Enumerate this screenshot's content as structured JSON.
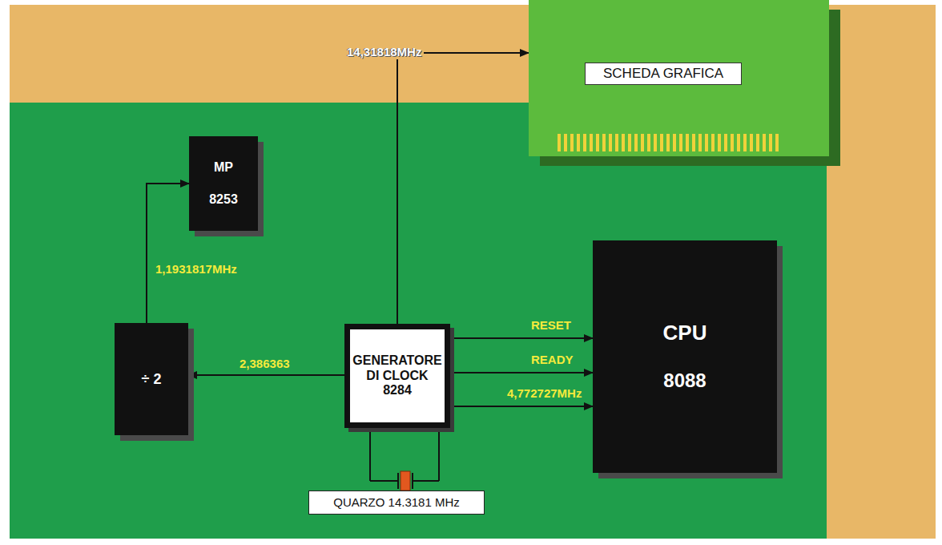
{
  "diagram": {
    "nodes": [
      {
        "text": [
          "SCHEDA GRAFICA"
        ]
      },
      {
        "text": [
          "MP",
          "8253"
        ]
      },
      {
        "text": [
          "÷ 2"
        ]
      },
      {
        "text": [
          "GENERATORE DI CLOCK 8284"
        ]
      },
      {
        "text": [
          "CPU",
          "8088"
        ]
      },
      {
        "text": [
          "QUARZO 14.3181 MHz"
        ]
      }
    ],
    "edges": [
      {
        "from": 3,
        "to": 0,
        "label": "14,31818MHz",
        "arrow": "to"
      },
      {
        "from": 3,
        "to": 2,
        "label": "2,386363",
        "arrow": "to"
      },
      {
        "from": 2,
        "to": 1,
        "label": "1,1931817MHz",
        "arrow": "to"
      },
      {
        "from": 3,
        "to": 4,
        "label": "RESET",
        "arrow": "to"
      },
      {
        "from": 3,
        "to": 4,
        "label": "READY",
        "arrow": "to"
      },
      {
        "from": 3,
        "to": 4,
        "label": "4,772727MHz",
        "arrow": "to"
      }
    ]
  }
}
